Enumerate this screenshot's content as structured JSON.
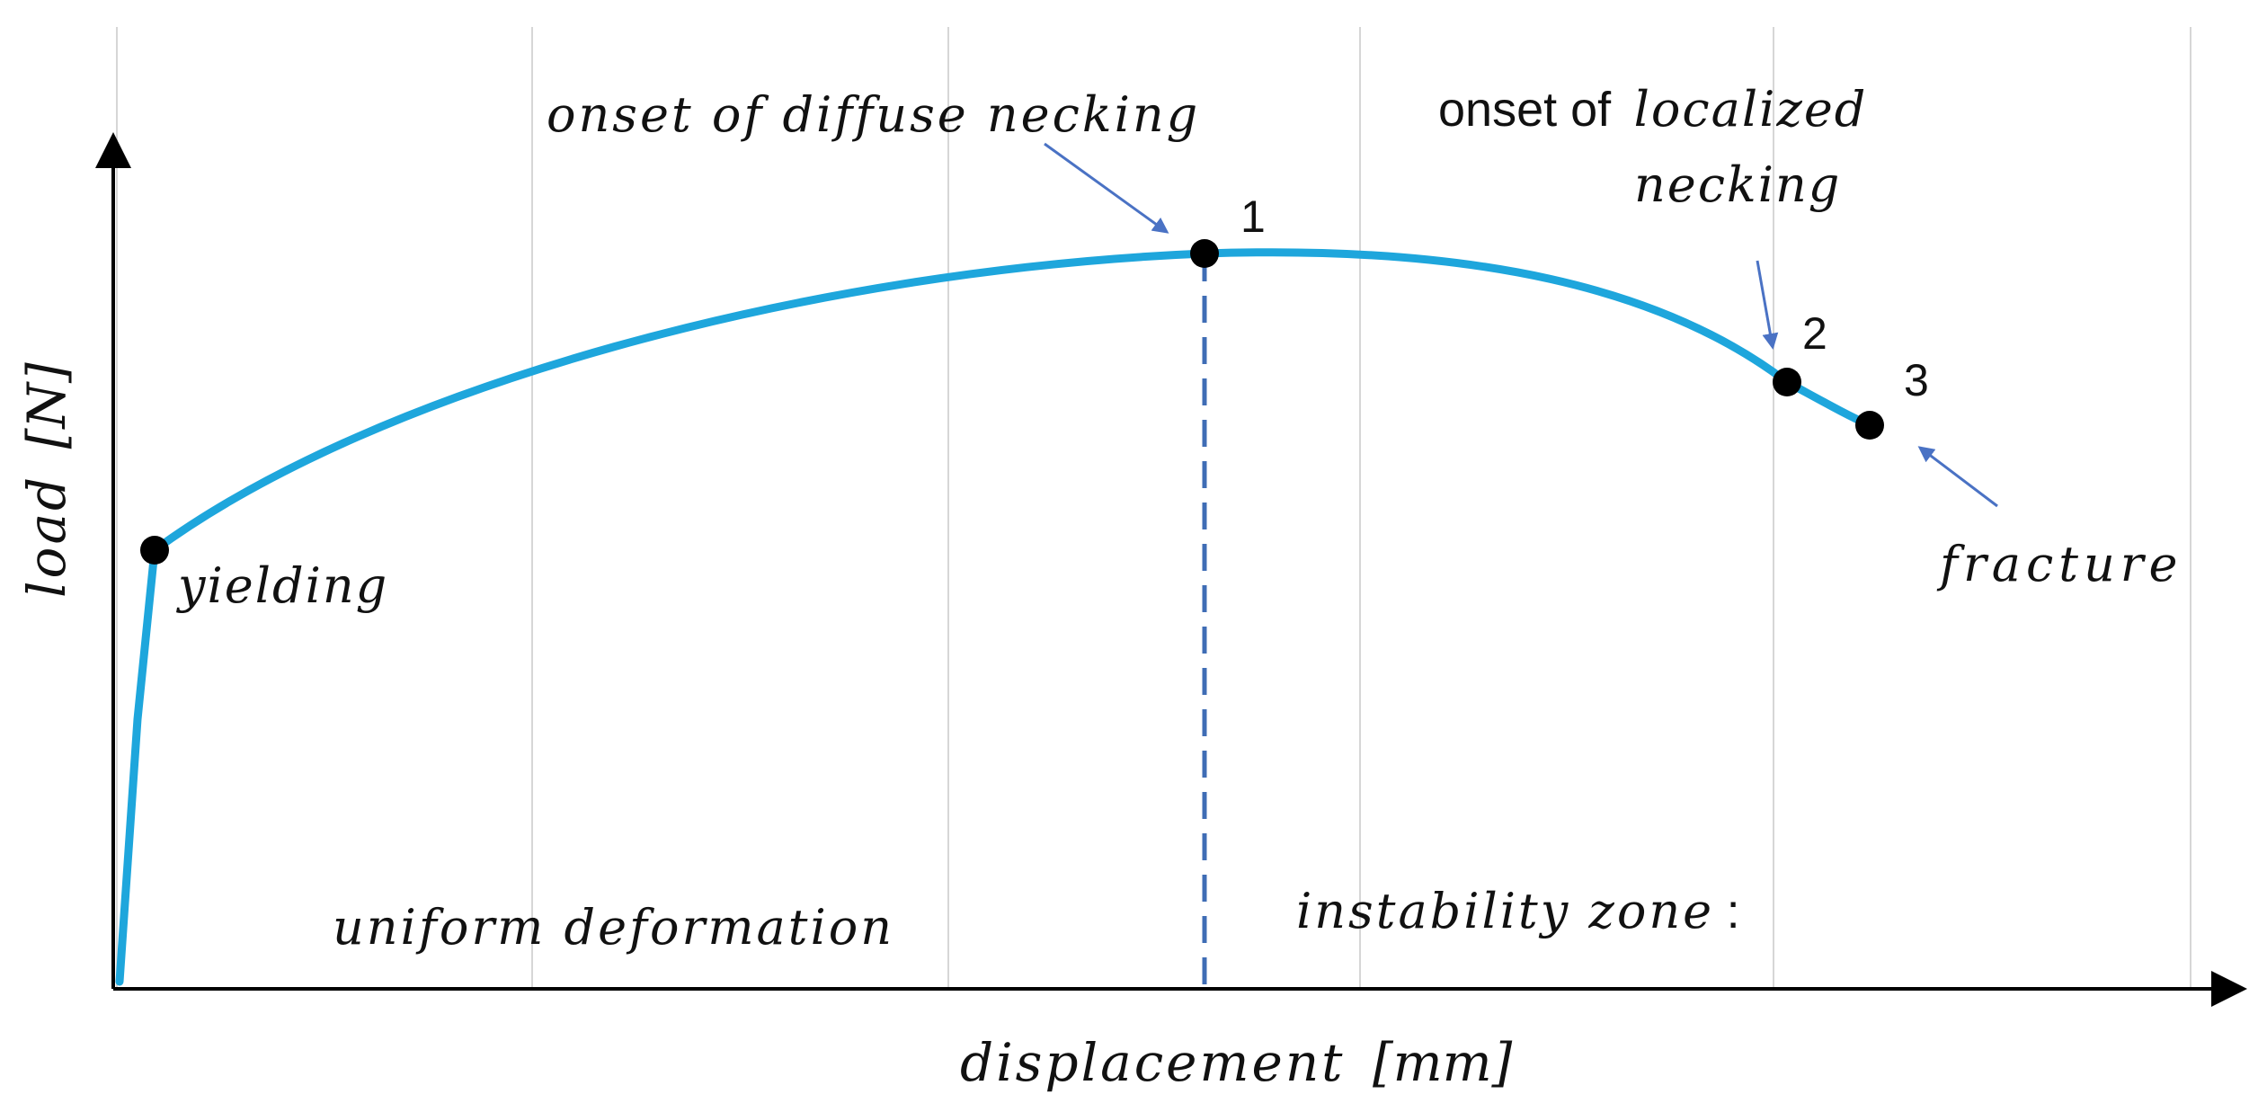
{
  "axes": {
    "x_label_italic": "displacement",
    "x_label_unit": "[mm]",
    "y_label_italic": "load",
    "y_label_unit": "[N]"
  },
  "annotations": {
    "yielding": "yielding",
    "diffuse_necking": "onset of diffuse necking",
    "localized_prefix": "onset of",
    "localized_word": "localized",
    "localized_second_line": "necking",
    "fracture": "fracture",
    "uniform_deformation": "uniform deformation",
    "instability_zone": "instability zone",
    "instability_colon": ":"
  },
  "points": [
    {
      "id": "yield",
      "label": ""
    },
    {
      "id": "p1",
      "label": "1"
    },
    {
      "id": "p2",
      "label": "2"
    },
    {
      "id": "p3",
      "label": "3"
    }
  ],
  "colors": {
    "curve": "#1EA6DC",
    "arrows": "#4A72C4",
    "dashed_line": "#3F6DB5",
    "points": "#000000"
  },
  "icons": {
    "point_marker": "filled-circle",
    "annotation_arrow": "arrow-icon"
  }
}
